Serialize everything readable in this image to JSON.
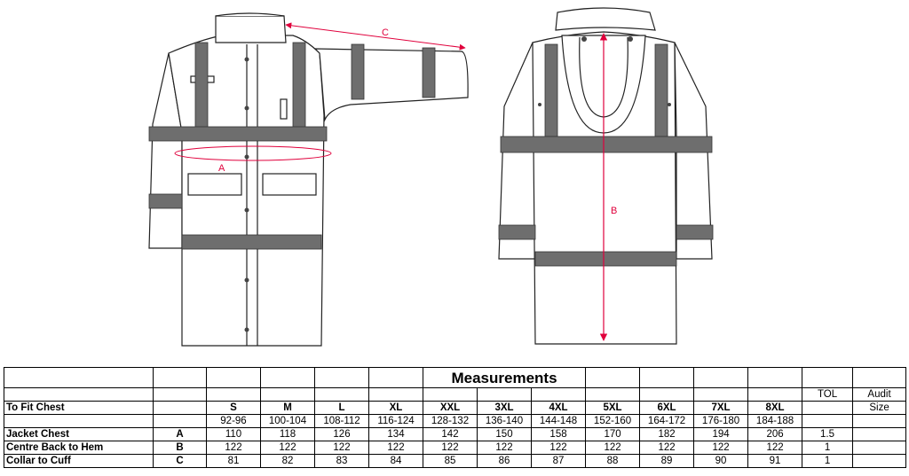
{
  "diagram": {
    "labels": {
      "chest": "A",
      "back_length": "B",
      "collar_to_cuff": "C"
    },
    "accent_color": "#e0003c",
    "reflective_tape_color": "#6e6e6e"
  },
  "table": {
    "title": "Measurements",
    "tol_header": "TOL",
    "audit_header_1": "Audit",
    "audit_header_2": "Size",
    "fit_label": "To Fit Chest",
    "sizes": [
      "S",
      "M",
      "L",
      "XL",
      "XXL",
      "3XL",
      "4XL",
      "5XL",
      "6XL",
      "7XL",
      "8XL"
    ],
    "chest_ranges": [
      "92-96",
      "100-104",
      "108-112",
      "116-124",
      "128-132",
      "136-140",
      "144-148",
      "152-160",
      "164-172",
      "176-180",
      "184-188"
    ],
    "rows": [
      {
        "label": "Jacket Chest",
        "code": "A",
        "values": [
          "110",
          "118",
          "126",
          "134",
          "142",
          "150",
          "158",
          "170",
          "182",
          "194",
          "206"
        ],
        "tol": "1.5"
      },
      {
        "label": "Centre Back to Hem",
        "code": "B",
        "values": [
          "122",
          "122",
          "122",
          "122",
          "122",
          "122",
          "122",
          "122",
          "122",
          "122",
          "122"
        ],
        "tol": "1"
      },
      {
        "label": "Collar to Cuff",
        "code": "C",
        "values": [
          "81",
          "82",
          "83",
          "84",
          "85",
          "86",
          "87",
          "88",
          "89",
          "90",
          "91"
        ],
        "tol": "1"
      }
    ]
  }
}
